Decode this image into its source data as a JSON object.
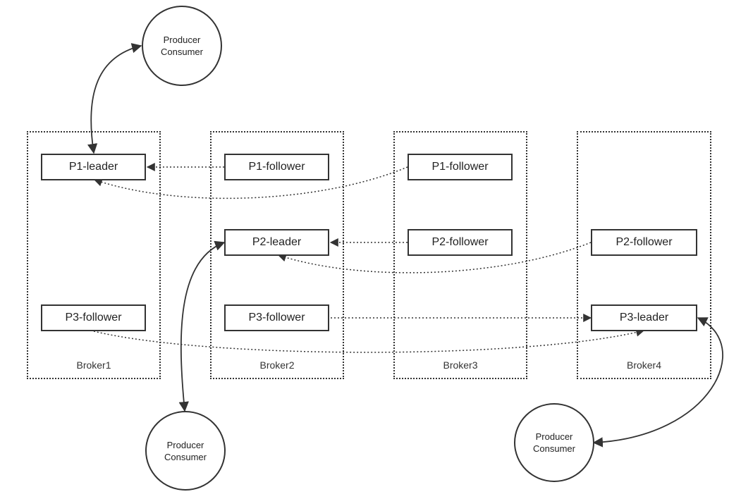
{
  "brokers": [
    {
      "label": "Broker1"
    },
    {
      "label": "Broker2"
    },
    {
      "label": "Broker3"
    },
    {
      "label": "Broker4"
    }
  ],
  "partitions": {
    "b1_p1": "P1-leader",
    "b1_p3": "P3-follower",
    "b2_p1": "P1-follower",
    "b2_p2": "P2-leader",
    "b2_p3": "P3-follower",
    "b3_p1": "P1-follower",
    "b3_p2": "P2-follower",
    "b4_p2": "P2-follower",
    "b4_p3": "P3-leader"
  },
  "clients": [
    {
      "line1": "Producer",
      "line2": "Consumer"
    },
    {
      "line1": "Producer",
      "line2": "Consumer"
    },
    {
      "line1": "Producer",
      "line2": "Consumer"
    }
  ],
  "colors": {
    "stroke": "#333333",
    "text": "#222222",
    "background": "#ffffff"
  }
}
